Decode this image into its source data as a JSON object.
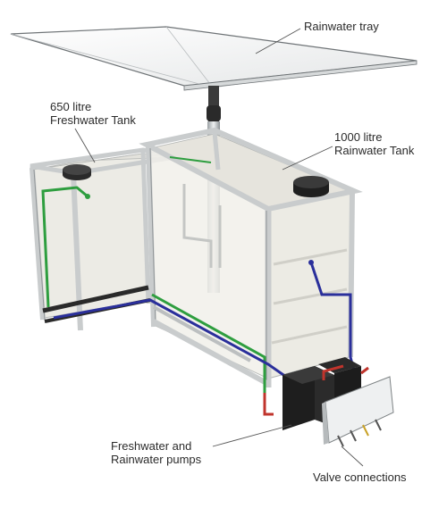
{
  "labels": {
    "rainwater_tray": "Rainwater tray",
    "freshwater_tank_line1": "650 litre",
    "freshwater_tank_line2": "Freshwater Tank",
    "rainwater_tank_line1": "1000 litre",
    "rainwater_tank_line2": "Rainwater Tank",
    "pumps_line1": "Freshwater and",
    "pumps_line2": "Rainwater pumps",
    "valves": "Valve connections"
  },
  "colors": {
    "frame": "#c9cccd",
    "frame_dark": "#8f9496",
    "tank_fill": "#e9e7df",
    "freshwater_pipe": "#2e9e3f",
    "rainwater_pipe": "#2a2f9b",
    "pump_body": "#1e1e1e",
    "hot_pipe": "#c0342c",
    "base_rail": "#2a2a2a"
  }
}
